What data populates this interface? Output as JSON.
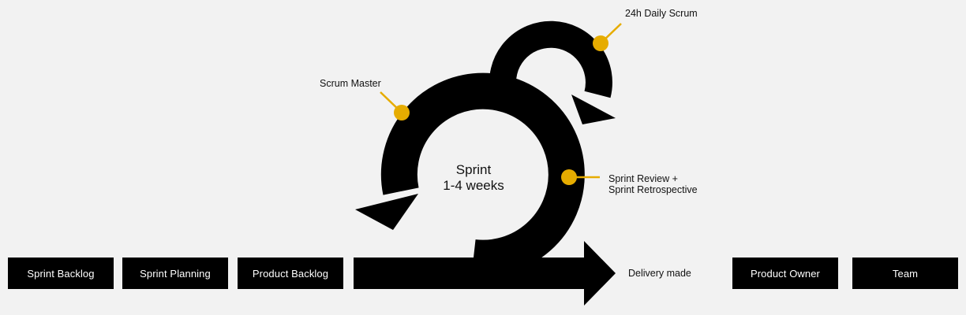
{
  "boxes": {
    "sprint_backlog": "Sprint Backlog",
    "sprint_planning": "Sprint Planning",
    "product_backlog": "Product Backlog",
    "product_owner": "Product Owner",
    "team": "Team"
  },
  "labels": {
    "daily_scrum": "24h Daily Scrum",
    "scrum_master": "Scrum Master",
    "sprint_review_line1": "Sprint Review +",
    "sprint_review_line2": "Sprint Retrospective",
    "delivery": "Delivery made"
  },
  "center": {
    "line1": "Sprint",
    "line2": "1-4 weeks"
  },
  "colors": {
    "accent": "#e6ac00",
    "shape": "#000000",
    "background": "#f2f2f2"
  }
}
